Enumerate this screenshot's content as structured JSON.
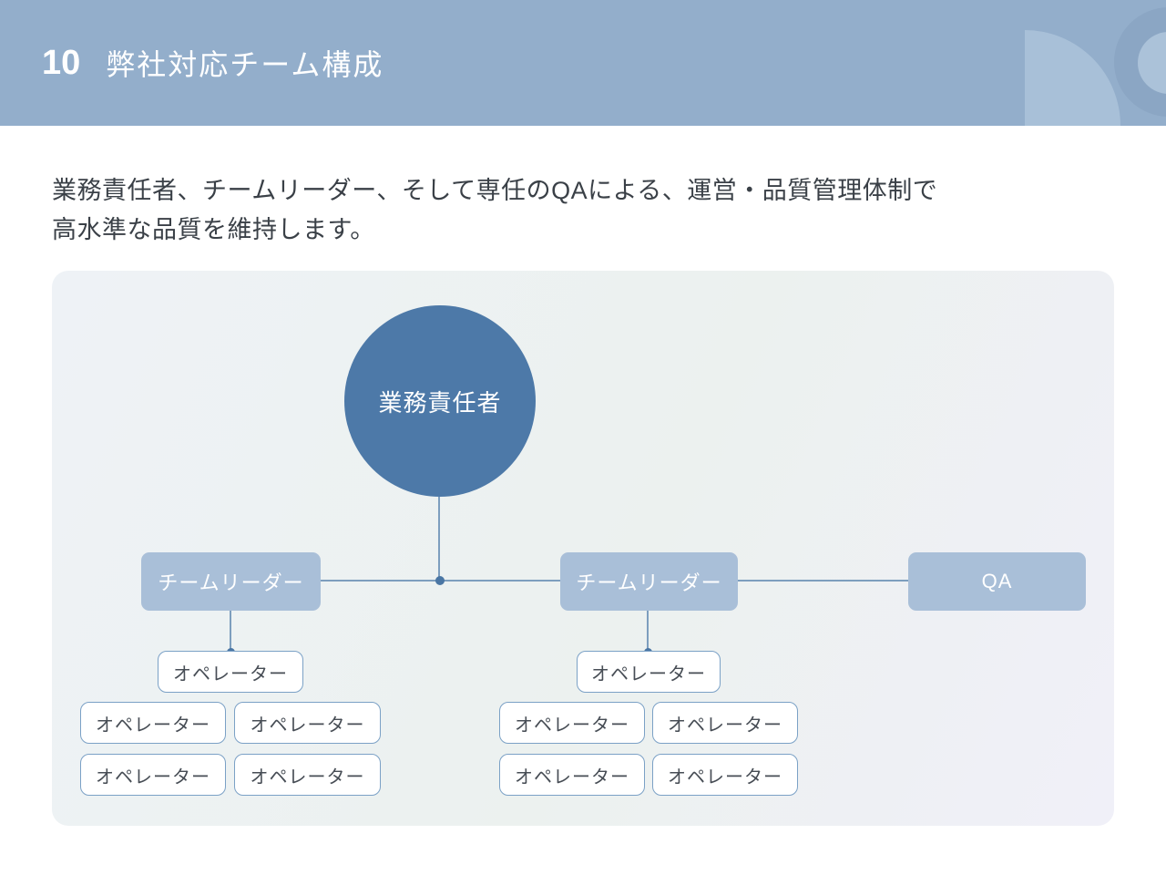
{
  "header": {
    "page_number": "10",
    "title": "弊社対応チーム構成"
  },
  "intro": {
    "line1": "業務責任者、チームリーダー、そして専任のQAによる、運営・品質管理体制で",
    "line2": "高水準な品質を維持します。"
  },
  "org_chart": {
    "manager": "業務責任者",
    "groups": [
      {
        "leader": "チームリーダー",
        "operators": [
          "オペレーター",
          "オペレーター",
          "オペレーター",
          "オペレーター",
          "オペレーター"
        ]
      },
      {
        "leader": "チームリーダー",
        "operators": [
          "オペレーター",
          "オペレーター",
          "オペレーター",
          "オペレーター",
          "オペレーター"
        ]
      },
      {
        "leader": "QA",
        "operators": []
      }
    ]
  },
  "colors": {
    "header_background": "#93aecb",
    "header_text": "#ffffff",
    "deco_half_circle": "#a8c0d8",
    "deco_ring": "#8ba6c4",
    "deco_ring_hole": "#abc2d9",
    "intro_text": "#3a4047",
    "panel_background": "#eef1f5",
    "manager_circle": "#4d79a8",
    "leader_box": "#a9bfd8",
    "operator_border": "#7ba1c6",
    "operator_text": "#474d55",
    "connector_line": "#7d9ebe",
    "connector_dot": "#4a76a4"
  }
}
